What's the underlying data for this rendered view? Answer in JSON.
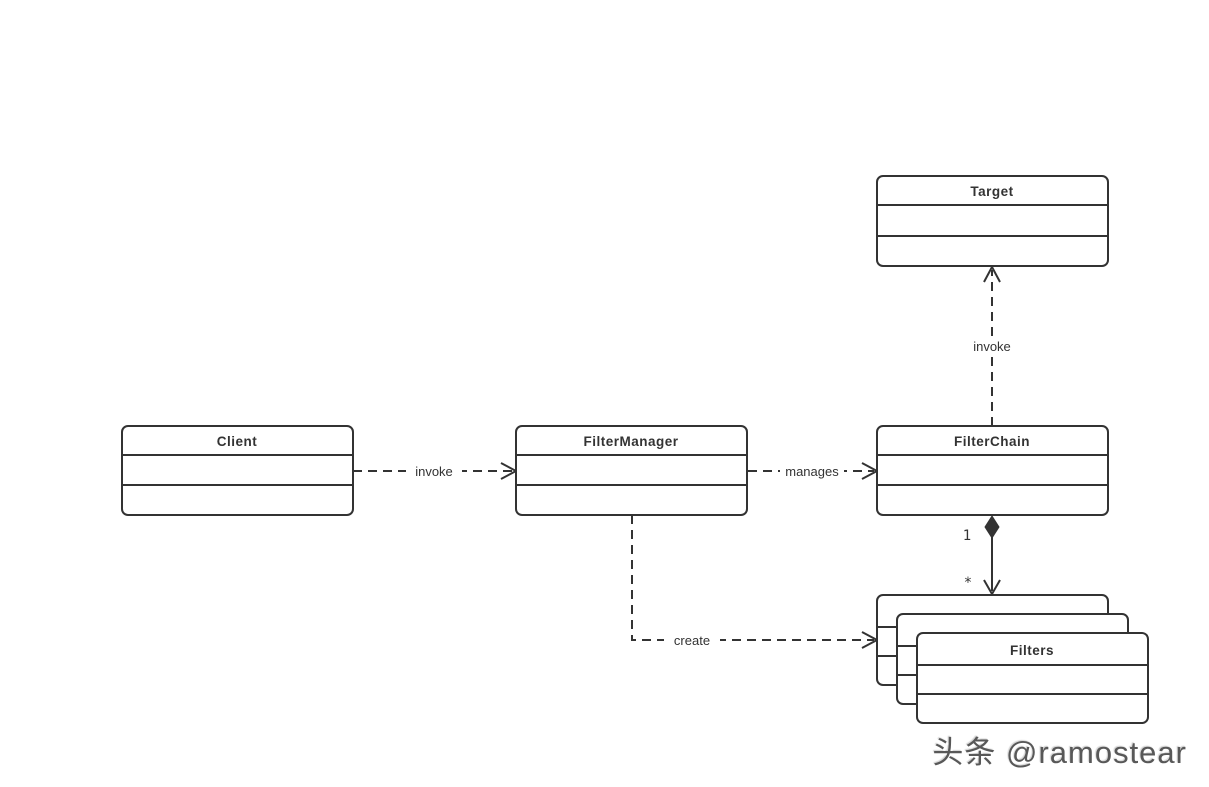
{
  "diagram": {
    "kind": "uml-class-diagram",
    "classes": {
      "client": {
        "name": "Client"
      },
      "filter_manager": {
        "name": "FilterManager"
      },
      "filter_chain": {
        "name": "FilterChain"
      },
      "target": {
        "name": "Target"
      },
      "filters": {
        "name": "Filters"
      }
    },
    "edges": {
      "client_to_manager": {
        "label": "invoke",
        "type": "dashed-dependency-arrow"
      },
      "manager_to_chain": {
        "label": "manages",
        "type": "dashed-dependency-arrow"
      },
      "chain_to_target": {
        "label": "invoke",
        "type": "dashed-dependency-arrow"
      },
      "manager_to_filters": {
        "label": "create",
        "type": "dashed-dependency-arrow"
      },
      "chain_to_filters": {
        "type": "composition-arrow",
        "multiplicity_source": "1",
        "multiplicity_target": "*"
      }
    },
    "colors": {
      "stroke": "#333333",
      "box_fill": "#ffffff",
      "background": "#ffffff",
      "label_text": "#333333",
      "watermark_text": "#585858"
    }
  },
  "watermark": {
    "text": "头条 @ramostear"
  }
}
